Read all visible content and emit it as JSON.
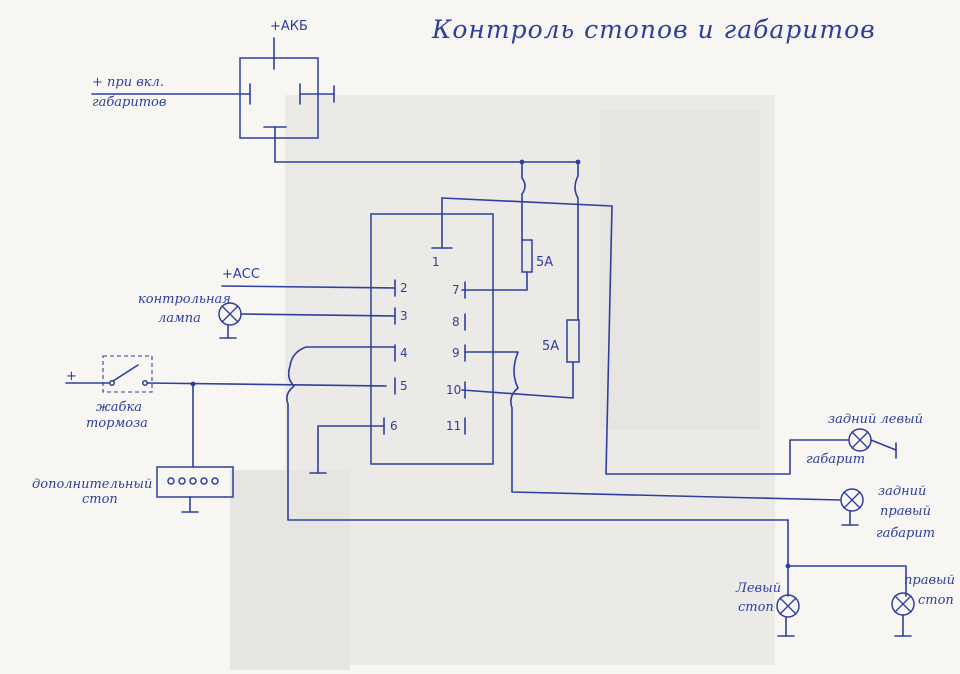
{
  "title": "Контроль стопов и габаритов",
  "labels": {
    "akb": "+АКБ",
    "gabarity_line1": "+ при вкл.",
    "gabarity_line2": "габаритов",
    "acc": "+АСС",
    "lamp_line1": "контрольная",
    "lamp_line2": "лампа",
    "plus": "+",
    "switch_line1": "жабка",
    "switch_line2": "тормоза",
    "extra_stop_line1": "дополнительный",
    "extra_stop_line2": "стоп",
    "fuse_1": "5А",
    "fuse_2": "5А",
    "rear_left_line1": "задний левый",
    "rear_left_line2": "габарит",
    "rear_right_line1": "задний",
    "rear_right_line2": "правый",
    "rear_right_line3": "габарит",
    "left_stop_line1": "Левый",
    "left_stop_line2": "стоп",
    "right_stop_line1": "правый",
    "right_stop_line2": "стоп"
  },
  "pins": {
    "p1": "1",
    "p2": "2",
    "p3": "3",
    "p4": "4",
    "p5": "5",
    "p6": "6",
    "p7": "7",
    "p8": "8",
    "p9": "9",
    "p10": "10",
    "p11": "11"
  }
}
